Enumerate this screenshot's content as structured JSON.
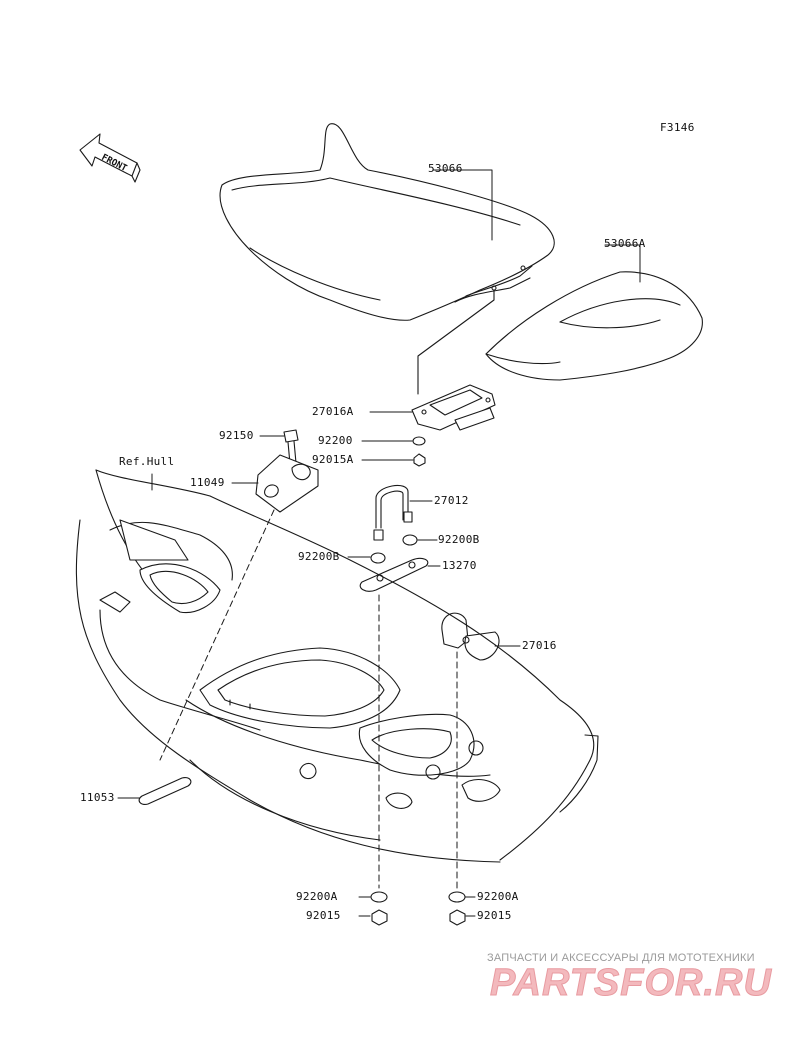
{
  "figure_code": "F3146",
  "front_label": "FRONT",
  "ref_label": "Ref.Hull",
  "parts": {
    "seat": "53066",
    "rear_seat": "53066A",
    "latch": "27016A",
    "washer_a1": "92200",
    "nut_a": "92015A",
    "bolt": "92150",
    "bracket": "11049",
    "u_bolt": "27012",
    "washer_b_right": "92200B",
    "washer_b_left": "92200B",
    "plate": "13270",
    "hook": "27016",
    "plate_small": "11053",
    "washer_a_left": "92200A",
    "washer_a_right": "92200A",
    "nut_left": "92015",
    "nut_right": "92015"
  },
  "watermark": {
    "top": "ЗАПЧАСТИ И АКСЕССУАРЫ ДЛЯ МОТОТЕХНИКИ",
    "logo": "PARTSFOR.RU"
  }
}
